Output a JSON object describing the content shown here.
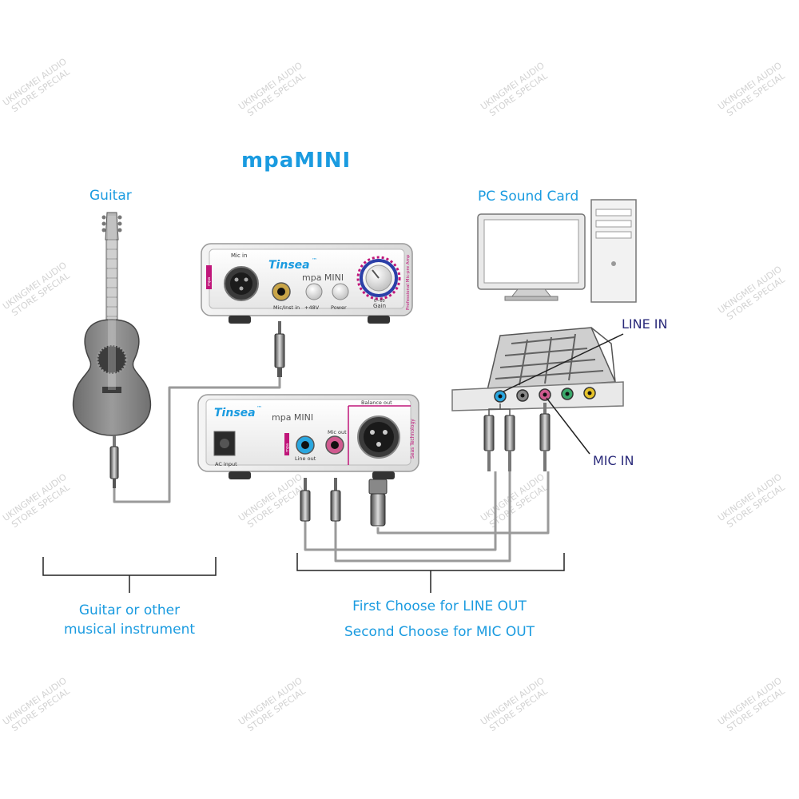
{
  "title": "mpaMINI",
  "labels": {
    "guitar": "Guitar",
    "pc_sound_card": "PC Sound Card",
    "line_in": "LINE IN",
    "mic_in": "MIC IN",
    "instrument_caption_1": "Guitar or other",
    "instrument_caption_2": "musical instrument",
    "choose_1": "First Choose for LINE OUT",
    "choose_2": "Second Choose for MIC OUT"
  },
  "front_unit": {
    "brand": "Tinsea",
    "tm": "™",
    "model": "mpa MINI",
    "mic_in": "Mic in",
    "mic_inst_in": "Mic/Inst in",
    "phantom": "+48V",
    "power": "Power",
    "gain": "Gain",
    "gain_range": "0~60",
    "side_text": "Professional Mic-pre Amp",
    "badge": "mpa"
  },
  "back_unit": {
    "brand": "Tinsea",
    "tm": "™",
    "model": "mpa MINI",
    "ac_input": "AC input",
    "line_out": "Line out",
    "mic_out": "Mic out",
    "balance_out": "Balance out",
    "side_text": "Seas Technology",
    "badge": "mpa"
  },
  "watermark": {
    "line1": "UKINGMEI AUDIO",
    "line2": "STORE SPECIAL"
  },
  "colors": {
    "accent_blue": "#1a9be0",
    "magenta": "#c0167a",
    "dark_text": "#2a2a7a"
  }
}
